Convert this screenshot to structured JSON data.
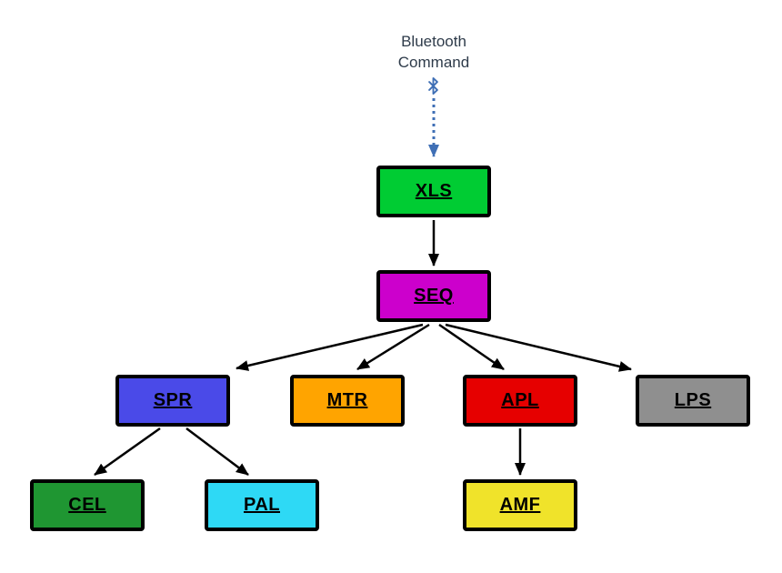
{
  "title": {
    "line1": "Bluetooth",
    "line2": "Command"
  },
  "colors": {
    "bluetooth": "#3f6fb5",
    "arrow": "#000000",
    "background": "#ffffff",
    "node_border": "#000000",
    "node_text": "#000000"
  },
  "icons": {
    "bluetooth": "bluetooth-icon"
  },
  "nodes": {
    "xls": {
      "label": "XLS",
      "color": "#00cc33"
    },
    "seq": {
      "label": "SEQ",
      "color": "#cc00cc"
    },
    "spr": {
      "label": "SPR",
      "color": "#4a4ae8"
    },
    "mtr": {
      "label": "MTR",
      "color": "#ffa400"
    },
    "apl": {
      "label": "APL",
      "color": "#e60000"
    },
    "lps": {
      "label": "LPS",
      "color": "#8f8f8f"
    },
    "cel": {
      "label": "CEL",
      "color": "#1f9632"
    },
    "pal": {
      "label": "PAL",
      "color": "#2ed9f5"
    },
    "amf": {
      "label": "AMF",
      "color": "#f0e32a"
    }
  },
  "edges": [
    {
      "from": "Bluetooth Command",
      "to": "XLS",
      "style": "dashed-blue"
    },
    {
      "from": "XLS",
      "to": "SEQ",
      "style": "solid"
    },
    {
      "from": "SEQ",
      "to": "SPR",
      "style": "solid"
    },
    {
      "from": "SEQ",
      "to": "MTR",
      "style": "solid"
    },
    {
      "from": "SEQ",
      "to": "APL",
      "style": "solid"
    },
    {
      "from": "SEQ",
      "to": "LPS",
      "style": "solid"
    },
    {
      "from": "SPR",
      "to": "CEL",
      "style": "solid"
    },
    {
      "from": "SPR",
      "to": "PAL",
      "style": "solid"
    },
    {
      "from": "APL",
      "to": "AMF",
      "style": "solid"
    }
  ]
}
